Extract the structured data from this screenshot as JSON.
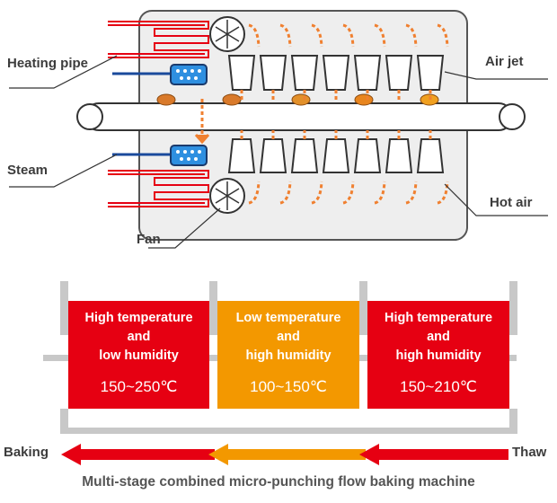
{
  "labels": {
    "heating_pipe": "Heating pipe",
    "steam": "Steam",
    "fan": "Fan",
    "air_jet": "Air jet",
    "hot_air": "Hot air"
  },
  "stages": [
    {
      "line1": "High temperature",
      "line2": "and",
      "line3": "low humidity",
      "temp": "150~250℃",
      "color": "#e60012"
    },
    {
      "line1": "Low temperature",
      "line2": "and",
      "line3": "high humidity",
      "temp": "100~150℃",
      "color": "#f39800"
    },
    {
      "line1": "High temperature",
      "line2": "and",
      "line3": "high humidity",
      "temp": "150~210℃",
      "color": "#e60012"
    }
  ],
  "flow": {
    "left_label": "Baking",
    "right_label": "Thaw"
  },
  "caption": "Multi-stage combined micro-punching flow baking machine",
  "colors": {
    "red": "#e60012",
    "orange": "#f39800",
    "gray": "#c8c8c8",
    "chamber": "#eeeeee"
  }
}
